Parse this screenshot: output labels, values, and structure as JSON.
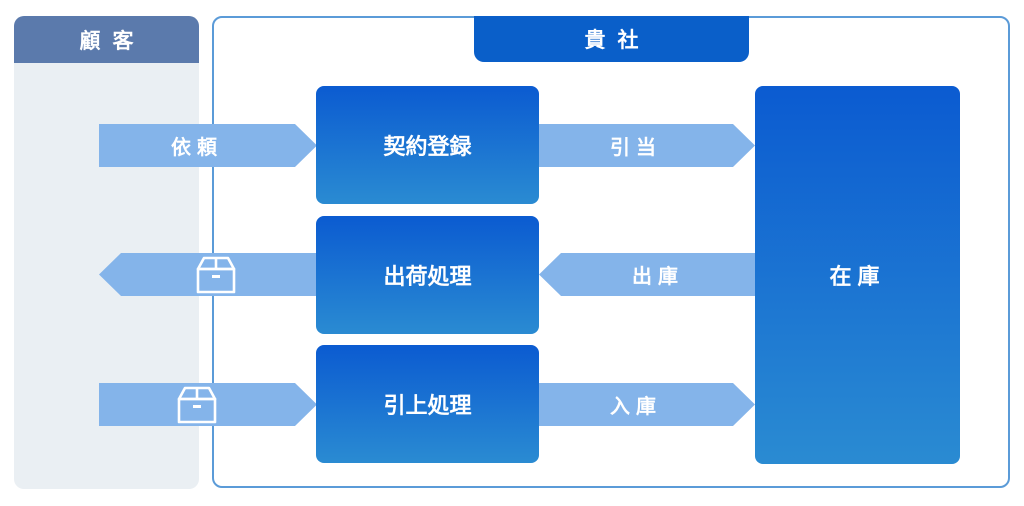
{
  "lanes": {
    "customer": "顧客",
    "company": "貴社"
  },
  "processes": {
    "contract": "契約登録",
    "shipping": "出荷処理",
    "pullback": "引上処理",
    "inventory": "在庫"
  },
  "arrows": {
    "request": "依頼",
    "allocate": "引当",
    "issue": "出庫",
    "receive": "入庫"
  },
  "icons": {
    "package": "package-icon"
  },
  "colors": {
    "customer_header": "#5b7aac",
    "customer_lane": "#eaeff3",
    "company_header": "#0a5fc9",
    "company_border": "#5b9bd8",
    "process_top": "#0b5bd1",
    "process_bottom": "#2a8bd2",
    "arrow": "#84b4ea"
  }
}
